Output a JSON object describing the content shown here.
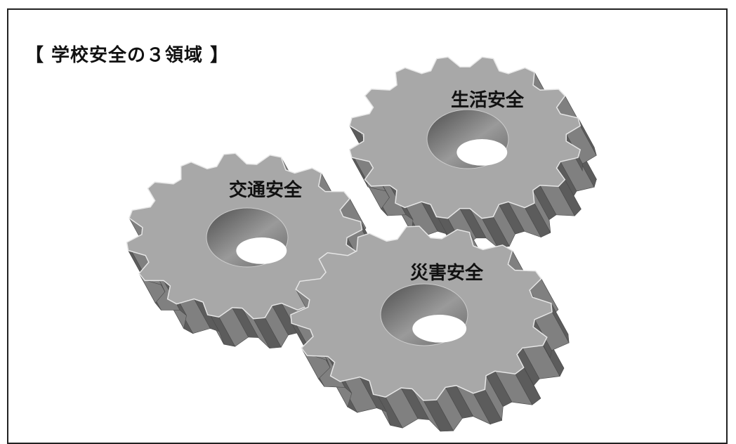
{
  "title": "【 学校安全の３領域 】",
  "gears": [
    {
      "id": "traffic",
      "label": "交通安全"
    },
    {
      "id": "life",
      "label": "生活安全"
    },
    {
      "id": "disaster",
      "label": "災害安全"
    }
  ],
  "colors": {
    "gear_face": "#a8a8a8",
    "gear_side_dark": "#5c5c5c",
    "gear_side_mid": "#808080",
    "gear_outline": "#e6e6e6",
    "hole_dark": "#555555",
    "hole_light": "#9a9a9a"
  }
}
